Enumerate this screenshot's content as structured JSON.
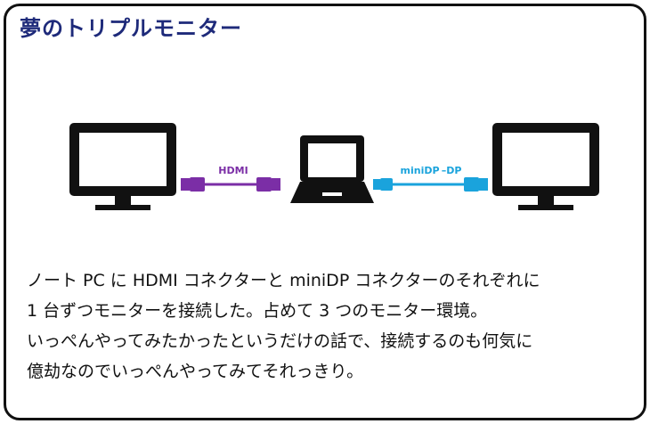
{
  "title": "夢のトリプルモニター",
  "cables": {
    "left": {
      "label": "HDMI",
      "color": "#7b2ea6"
    },
    "right": {
      "label": "miniDP –DP",
      "color": "#1aa3dc"
    }
  },
  "caption_lines": [
    "ノート PC に HDMI コネクターと miniDP コネクターのそれぞれに",
    "1 台ずつモニターを接続した。占めて 3 つのモニター環境。",
    "いっぺんやってみたかったというだけの話で、接続するのも何気に",
    "億劫なのでいっぺんやってみてそれっきり。"
  ],
  "colors": {
    "title": "#1e2a7a",
    "frame": "#111111",
    "device": "#111111"
  }
}
